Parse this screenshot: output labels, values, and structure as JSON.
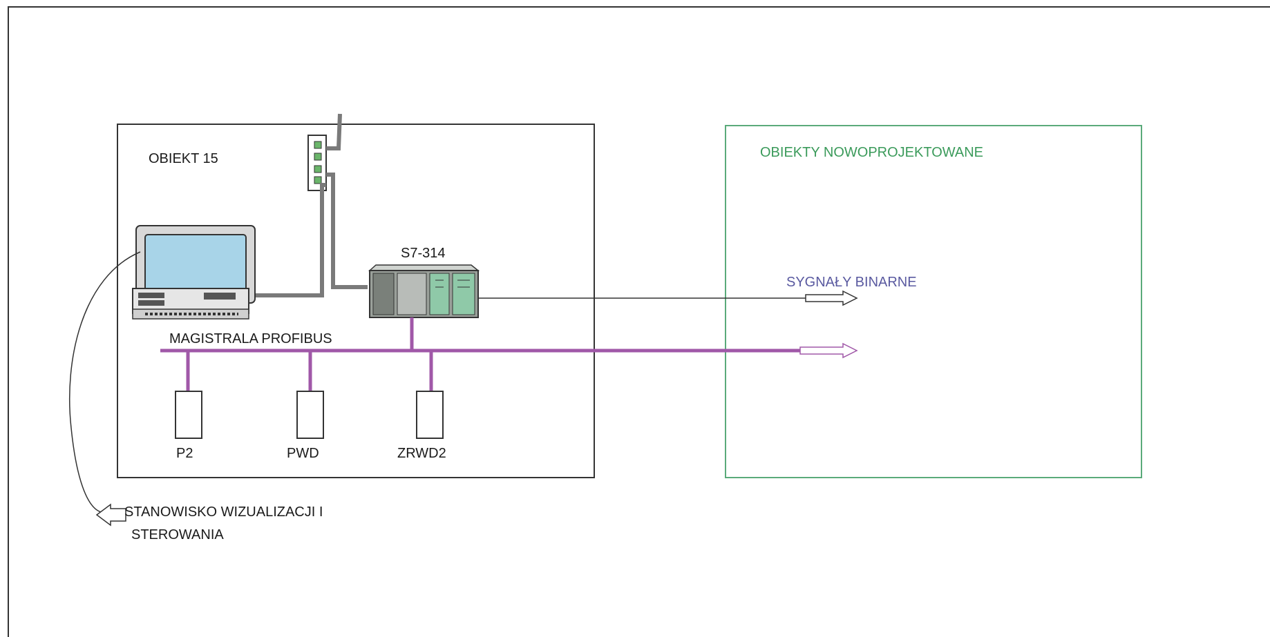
{
  "diagram": {
    "obiekt_box": {
      "title": "OBIEKT 15"
    },
    "new_objects_box": {
      "title": "OBIEKTY NOWOPROJEKTOWANE"
    },
    "plc": {
      "label": "S7-314"
    },
    "bus": {
      "label": "MAGISTRALA PROFIBUS"
    },
    "binary_signals": {
      "label": "SYGNAŁY BINARNE"
    },
    "devices": [
      {
        "label": "P2"
      },
      {
        "label": "PWD"
      },
      {
        "label": "ZRWD2"
      }
    ],
    "station": {
      "line1": "STANOWISKO WIZUALIZACJI I",
      "line2": "STEROWANIA"
    },
    "colors": {
      "profibus": "#a058a8",
      "ethernet": "#7a7a7a",
      "new_box": "#5aaa7a",
      "frame": "#333333"
    }
  }
}
